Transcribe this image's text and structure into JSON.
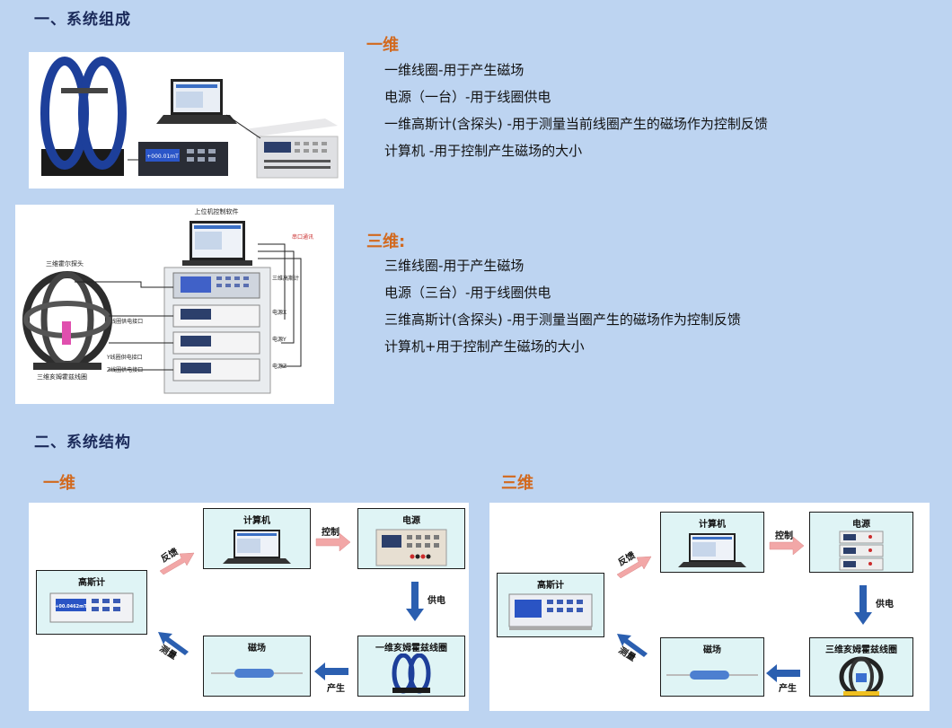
{
  "section1": {
    "title": "一、系统组成",
    "one_d": {
      "heading": "一维",
      "lines": [
        "一维线圈-用于产生磁场",
        "电源（一台）-用于线圈供电",
        "一维高斯计(含探头) -用于测量当前线圈产生的磁场作为控制反馈",
        "计算机 -用于控制产生磁场的大小"
      ]
    },
    "three_d": {
      "heading": "三维:",
      "lines": [
        "三维线圈-用于产生磁场",
        "电源（三台）-用于线圈供电",
        "三维高斯计(含探头) -用于测量当圈产生的磁场作为控制反馈",
        "计算机+用于控制产生磁场的大小"
      ]
    },
    "photo1": {
      "screen_text": "+000.01mT"
    },
    "diagram": {
      "top_label": "上位机控制软件",
      "serial_label": "串口通讯",
      "probe_label": "三维霍尔探头",
      "coil_label": "三维亥姆霍兹线圈",
      "gauss_label": "三维高斯计",
      "psx": "电源X",
      "psy": "电源Y",
      "psz": "电源Z",
      "xconn": "X线圈供电接口",
      "yconn": "Y线圈供电接口",
      "zconn": "Z线圈供电接口"
    }
  },
  "section2": {
    "title": "二、系统结构",
    "one_d": {
      "heading": "一维",
      "computer": "计算机",
      "power": "电源",
      "gauss": "高斯计",
      "field": "磁场",
      "coil": "一维亥姆霍兹线圈",
      "feedback": "反馈",
      "control": "控制",
      "supply": "供电",
      "produce": "产生",
      "measure": "测量",
      "gauss_screen": "+00.0462mT"
    },
    "three_d": {
      "heading": "三维",
      "computer": "计算机",
      "power": "电源",
      "gauss": "高斯计",
      "field": "磁场",
      "coil": "三维亥姆霍兹线圈",
      "feedback": "反馈",
      "control": "控制",
      "supply": "供电",
      "produce": "产生",
      "measure": "测量"
    }
  },
  "colors": {
    "background": "#bdd4f1",
    "heading_orange": "#d2691e",
    "title_navy": "#1b2a5a",
    "node_fill": "#dff4f5",
    "arrow_pink": "#f2a7a7",
    "arrow_blue": "#2b5fb0"
  }
}
